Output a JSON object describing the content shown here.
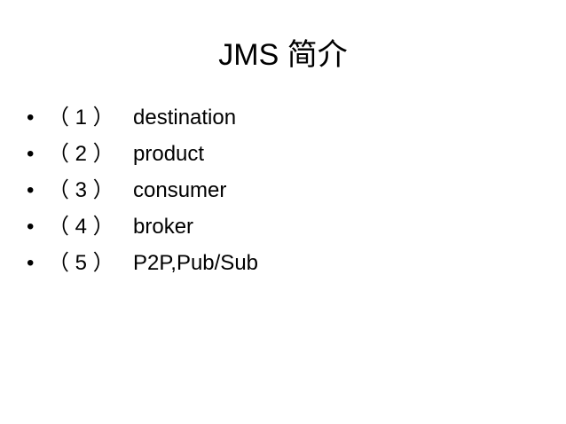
{
  "slide": {
    "title": "JMS 简介",
    "bullet_symbol": "•",
    "items": [
      {
        "number": "（ 1 ）",
        "text": "destination"
      },
      {
        "number": "（ 2 ）",
        "text": "product"
      },
      {
        "number": "（ 3 ）",
        "text": "consumer"
      },
      {
        "number": "（ 4 ）",
        "text": "broker"
      },
      {
        "number": "（ 5 ）",
        "text": "P2P,Pub/Sub"
      }
    ]
  }
}
